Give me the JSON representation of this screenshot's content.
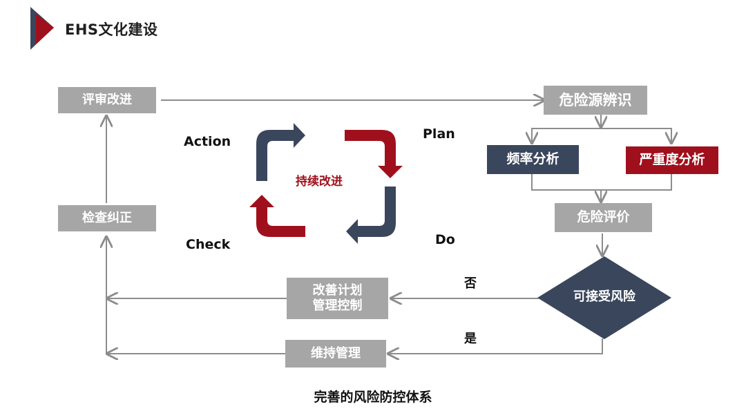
{
  "header": {
    "title": "EHS文化建设"
  },
  "left_column": {
    "review_improve": "评审改进",
    "check_correct": "检查纠正"
  },
  "pdca": {
    "action": "Action",
    "plan": "Plan",
    "check": "Check",
    "do": "Do",
    "center": "持续改进"
  },
  "right_flow": {
    "hazard_identification": "危险源辨识",
    "frequency_analysis": "频率分析",
    "severity_analysis": "严重度分析",
    "risk_assessment": "危险评价",
    "acceptable_risk": "可接受风险",
    "no_label": "否",
    "yes_label": "是"
  },
  "bottom": {
    "improve_plan_line1": "改善计划",
    "improve_plan_line2": "管理控制",
    "maintain": "维持管理",
    "caption": "完善的风险防控体系"
  },
  "colors": {
    "gray": "#a6a6a6",
    "navy": "#3a465c",
    "red": "#a0101c",
    "line": "#8c8c8c"
  }
}
